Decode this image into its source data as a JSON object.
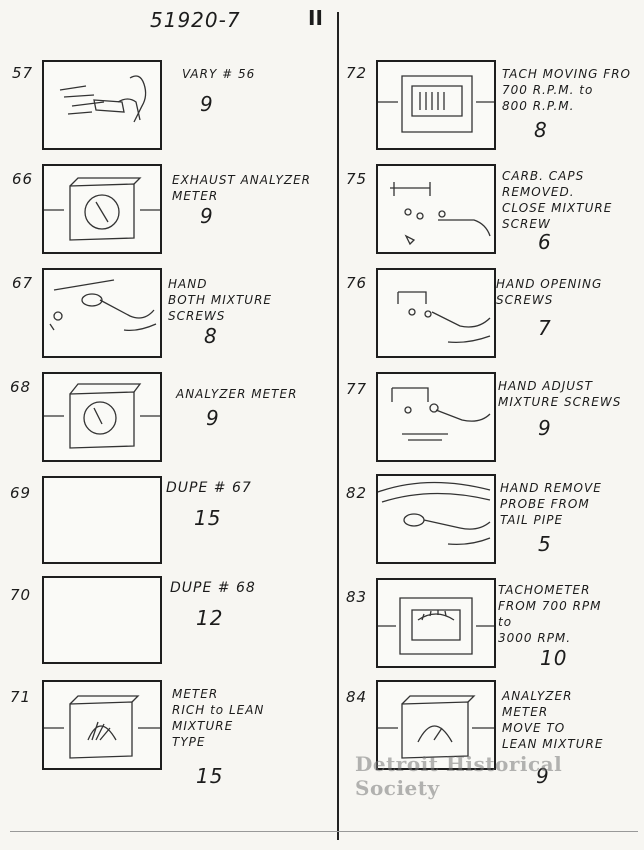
{
  "header": {
    "number": "51920-7",
    "roman": "II"
  },
  "left_panels": [
    {
      "num": "57",
      "text": "VARY # 56",
      "dur": "9"
    },
    {
      "num": "66",
      "text": "EXHAUST ANALYZER\nMETER",
      "dur": "9"
    },
    {
      "num": "67",
      "text": "HAND\nBOTH MIXTURE\nSCREWS",
      "dur": "8"
    },
    {
      "num": "68",
      "text": "ANALYZER METER",
      "dur": "9"
    },
    {
      "num": "69",
      "text": "DUPE # 67",
      "dur": "15"
    },
    {
      "num": "70",
      "text": "DUPE # 68",
      "dur": "12"
    },
    {
      "num": "71",
      "text": "METER\nRICH to LEAN\nMIXTURE\nTYPE",
      "dur": "15"
    }
  ],
  "right_panels": [
    {
      "num": "72",
      "text": "TACH MOVING FRO\n700 R.P.M. to\n800 R.P.M.",
      "dur": "8"
    },
    {
      "num": "75",
      "text": "CARB. CAPS\nREMOVED.\nCLOSE MIXTURE\nSCREW",
      "dur": "6"
    },
    {
      "num": "76",
      "text": "HAND OPENING\nSCREWS",
      "dur": "7"
    },
    {
      "num": "77",
      "text": "HAND ADJUST\nMIXTURE SCREWS",
      "dur": "9"
    },
    {
      "num": "82",
      "text": "HAND REMOVE\nPROBE FROM\nTAIL PIPE",
      "dur": "5"
    },
    {
      "num": "83",
      "text": "TACHOMETER\nFROM 700 RPM\nto\n3000 RPM.",
      "dur": "10"
    },
    {
      "num": "84",
      "text": "ANALYZER\nMETER\nMOVE TO\nLEAN MIXTURE",
      "dur": "9"
    }
  ],
  "watermark": "Detroit Historical Society"
}
